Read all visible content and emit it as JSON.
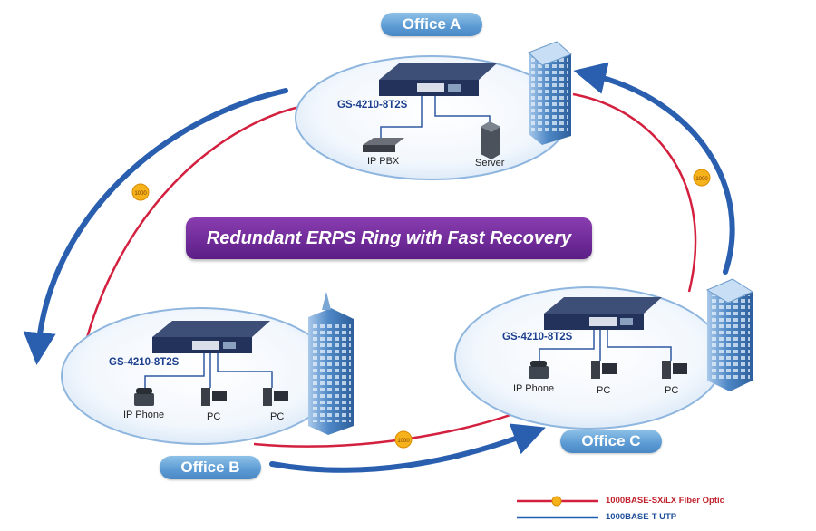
{
  "offices": {
    "a": {
      "name": "Office A"
    },
    "b": {
      "name": "Office B"
    },
    "c": {
      "name": "Office C"
    }
  },
  "title": "Redundant ERPS Ring with Fast Recovery",
  "switch_model": "GS-4210-8T2S",
  "devices": {
    "a": [
      "IP PBX",
      "Server"
    ],
    "b": [
      "IP Phone",
      "PC",
      "PC"
    ],
    "c": [
      "IP Phone",
      "PC",
      "PC"
    ]
  },
  "link_badge": "1000",
  "legend": {
    "fiber": "1000BASE-SX/LX Fiber Optic",
    "utp": "1000BASE-T UTP"
  },
  "colors": {
    "fiber": "#d3203f",
    "utp": "#1f5fb0",
    "arrow": "#2a5fb0",
    "office_tag": "#5b9ad3",
    "banner": "#6a2591",
    "badge": "#f5b21b"
  }
}
